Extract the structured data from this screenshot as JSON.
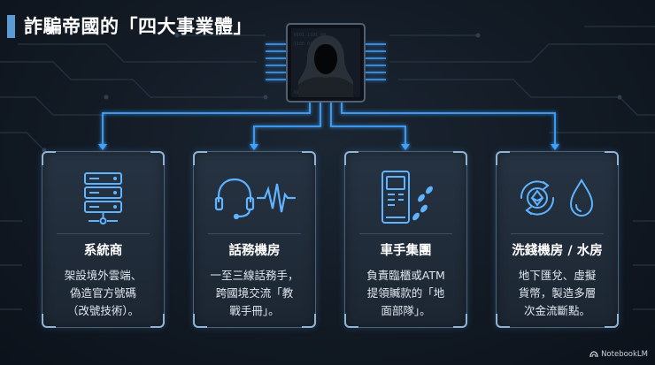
{
  "page": {
    "title": "詐騙帝國的「四大事業體」",
    "accent_color": "#5b9bd5",
    "glow_color": "#3fa2ff"
  },
  "hub": {
    "icon": "hooded-hacker-icon"
  },
  "cards": [
    {
      "icon": "server-icon",
      "title": "系統商",
      "body": [
        "架設境外雲端、",
        "偽造官方號碼",
        "（改號技術）。"
      ]
    },
    {
      "icon": "headset-waveform-icon",
      "title": "話務機房",
      "body": [
        "一至三線話務手，",
        "跨國境交流「教",
        "戰手冊」。"
      ]
    },
    {
      "icon": "atm-footprints-icon",
      "title": "車手集團",
      "body": [
        "負責臨櫃或ATM",
        "提領贓款的「地",
        "面部隊」。"
      ]
    },
    {
      "icon": "money-laundering-icon",
      "title": "洗錢機房 / 水房",
      "body": [
        "地下匯兌、虛擬",
        "貨幣，製造多層",
        "次金流斷點。"
      ]
    }
  ],
  "watermark": {
    "text": "NotebookLM",
    "icon": "notebooklm-logo-icon"
  }
}
